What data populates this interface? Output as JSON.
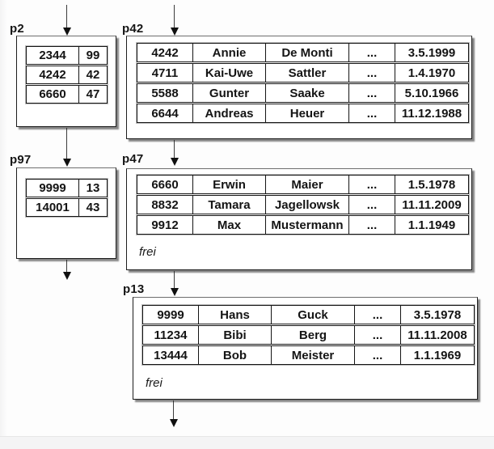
{
  "diagram": {
    "colors": {
      "ink": "#141414",
      "arrow_stem": "#3c3c3c"
    },
    "index_pages": [
      {
        "label": "p2",
        "entries": [
          [
            "2344",
            "99"
          ],
          [
            "4242",
            "42"
          ],
          [
            "6660",
            "47"
          ]
        ]
      },
      {
        "label": "p97",
        "entries": [
          [
            "9999",
            "13"
          ],
          [
            "14001",
            "43"
          ]
        ]
      }
    ],
    "data_pages": [
      {
        "label": "p42",
        "rows": [
          [
            "4242",
            "Annie",
            "De Monti",
            "...",
            "3.5.1999"
          ],
          [
            "4711",
            "Kai-Uwe",
            "Sattler",
            "...",
            "1.4.1970"
          ],
          [
            "5588",
            "Gunter",
            "Saake",
            "...",
            "5.10.1966"
          ],
          [
            "6644",
            "Andreas",
            "Heuer",
            "...",
            "11.12.1988"
          ]
        ]
      },
      {
        "label": "p47",
        "free_label": "frei",
        "rows": [
          [
            "6660",
            "Erwin",
            "Maier",
            "...",
            "1.5.1978"
          ],
          [
            "8832",
            "Tamara",
            "Jagellowsk",
            "...",
            "11.11.2009"
          ],
          [
            "9912",
            "Max",
            "Mustermann",
            "...",
            "1.1.1949"
          ]
        ]
      },
      {
        "label": "p13",
        "free_label": "frei",
        "rows": [
          [
            "9999",
            "Hans",
            "Guck",
            "...",
            "3.5.1978"
          ],
          [
            "11234",
            "Bibi",
            "Berg",
            "...",
            "11.11.2008"
          ],
          [
            "13444",
            "Bob",
            "Meister",
            "...",
            "1.1.1969"
          ]
        ]
      }
    ]
  }
}
